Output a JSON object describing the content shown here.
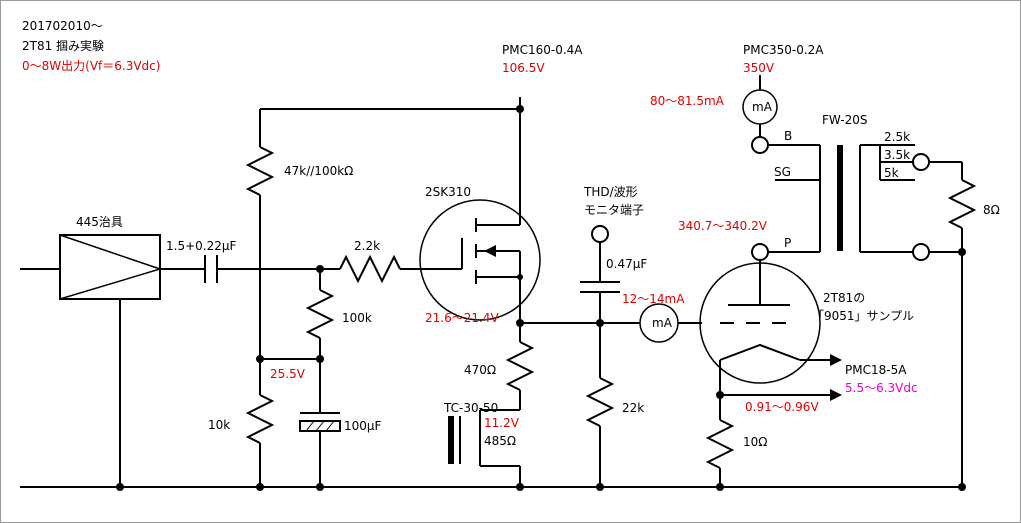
{
  "header": {
    "line1": "201702010～",
    "line2": "2T81 掴み実験",
    "line3": "0～8W出力(Vf＝6.3Vdc)"
  },
  "supplies": {
    "b1_name": "PMC160-0.4A",
    "b1_volt": "106.5V",
    "b2_name": "PMC350-0.2A",
    "b2_volt": "350V",
    "heater_name": "PMC18-5A",
    "heater_volt": "5.5～6.3Vdc"
  },
  "components": {
    "jig": "445治具",
    "coupling_cap": "1.5+0.22μF",
    "r_top": "47k//100kΩ",
    "r_gate": "2.2k",
    "fet": "2SK310",
    "r_div": "100k",
    "r_bottom": "10k",
    "cap_bypass": "100μF",
    "r_source": "470Ω",
    "choke_name": "TC-30-50",
    "choke_ohm": "485Ω",
    "r_grid": "22k",
    "cap_monitor": "0.47μF",
    "monitor_l1": "THD/波形",
    "monitor_l2": "モニタ端子",
    "tube_l1": "2T81の",
    "tube_l2": "「9051」サンプル",
    "r_cathode": "10Ω",
    "opt": "FW-20S",
    "opt_b": "B",
    "opt_sg": "SG",
    "opt_p": "P",
    "tap_25": "2.5k",
    "tap_35": "3.5k",
    "tap_5": "5k",
    "load": "8Ω",
    "meter": "mA"
  },
  "measurements": {
    "div_node": "25.5V",
    "source_v": "21.6～21.4V",
    "choke_v": "11.2V",
    "grid_current": "12～14mA",
    "plate_current": "80～81.5mA",
    "plate_v": "340.7～340.2V",
    "cathode_v": "0.91～0.96V"
  },
  "colors": {
    "wire": "#000000",
    "measurement": "#e00000",
    "heater_volt": "#e000e0"
  }
}
